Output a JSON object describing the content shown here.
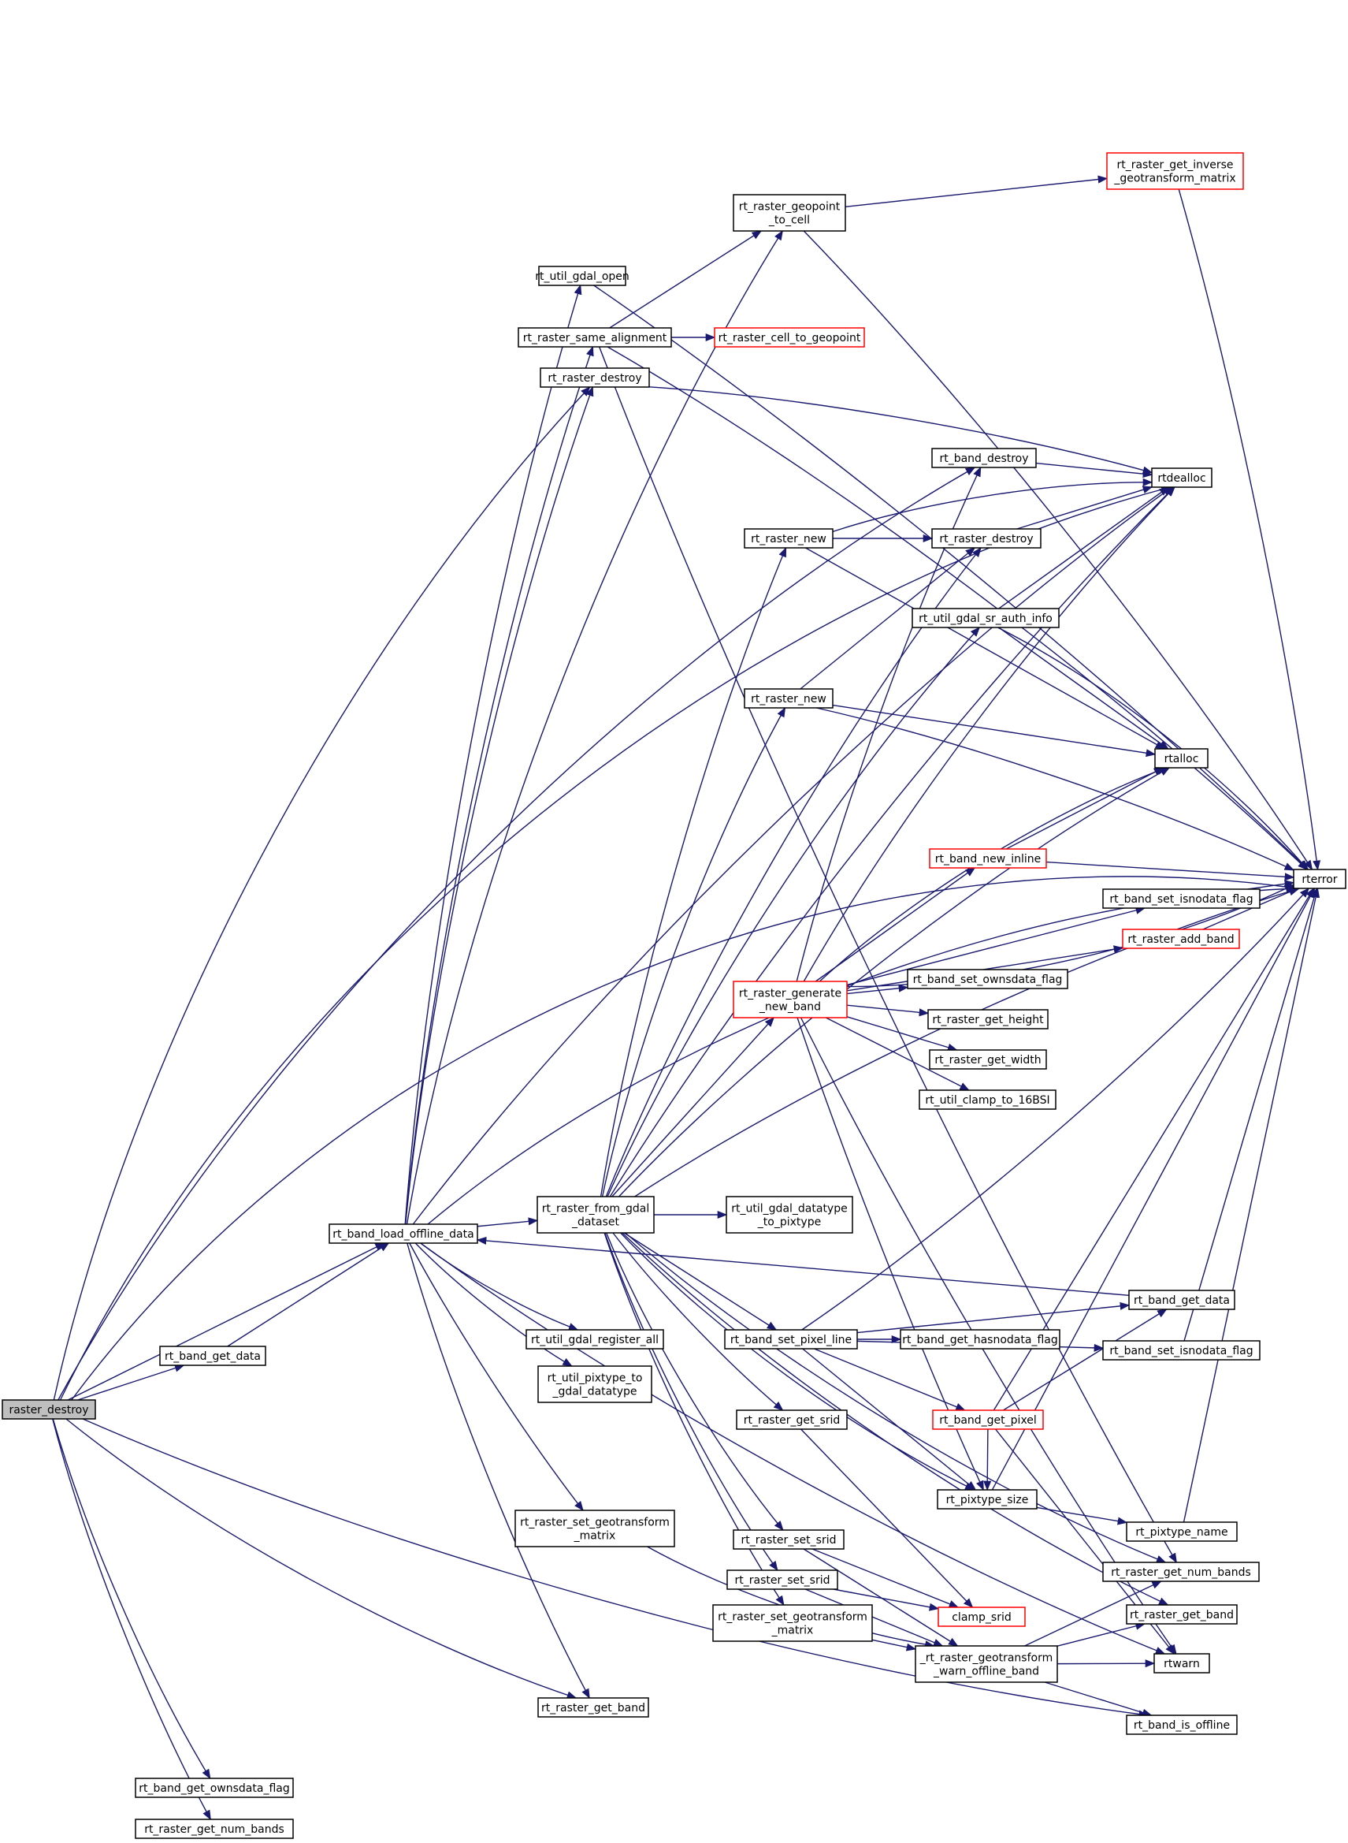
{
  "colors": {
    "edge": "#191970",
    "node_border": "#000000",
    "node_border_incomplete": "#ff0000",
    "node_fill": "#ffffff",
    "root_fill": "#bfbfbf"
  },
  "nodes": [
    {
      "id": "raster_destroy",
      "lines": [
        "raster_destroy"
      ],
      "root": true
    },
    {
      "id": "rt_band_get_data_l",
      "lines": [
        "rt_band_get_data"
      ]
    },
    {
      "id": "rt_band_load_offline_data",
      "lines": [
        "rt_band_load_offline_data"
      ]
    },
    {
      "id": "rt_raster_from_gdal_dataset",
      "lines": [
        "rt_raster_from_gdal",
        "_dataset"
      ]
    },
    {
      "id": "rt_util_gdal_open",
      "lines": [
        "rt_util_gdal_open"
      ]
    },
    {
      "id": "rt_raster_same_alignment",
      "lines": [
        "rt_raster_same_alignment"
      ]
    },
    {
      "id": "rt_raster_destroy_a",
      "lines": [
        "rt_raster_destroy"
      ]
    },
    {
      "id": "rt_raster_geopoint_to_cell",
      "lines": [
        "rt_raster_geopoint",
        "_to_cell"
      ]
    },
    {
      "id": "rt_raster_get_inverse_geotransform_matrix",
      "lines": [
        "rt_raster_get_inverse",
        "_geotransform_matrix"
      ],
      "incomplete": true
    },
    {
      "id": "rt_raster_cell_to_geopoint",
      "lines": [
        "rt_raster_cell_to_geopoint"
      ],
      "incomplete": true
    },
    {
      "id": "rt_band_destroy",
      "lines": [
        "rt_band_destroy"
      ]
    },
    {
      "id": "rtdealloc",
      "lines": [
        "rtdealloc"
      ]
    },
    {
      "id": "rt_raster_new_a",
      "lines": [
        "rt_raster_new"
      ]
    },
    {
      "id": "rt_raster_destroy_b",
      "lines": [
        "rt_raster_destroy"
      ]
    },
    {
      "id": "rt_util_gdal_sr_auth_info",
      "lines": [
        "rt_util_gdal_sr_auth_info"
      ]
    },
    {
      "id": "rt_raster_new_b",
      "lines": [
        "rt_raster_new"
      ]
    },
    {
      "id": "rtalloc",
      "lines": [
        "rtalloc"
      ]
    },
    {
      "id": "rt_band_new_inline",
      "lines": [
        "rt_band_new_inline"
      ],
      "incomplete": true
    },
    {
      "id": "rterror",
      "lines": [
        "rterror"
      ]
    },
    {
      "id": "rt_band_set_isnodata_flag_a",
      "lines": [
        "rt_band_set_isnodata_flag"
      ]
    },
    {
      "id": "rt_raster_add_band",
      "lines": [
        "rt_raster_add_band"
      ],
      "incomplete": true
    },
    {
      "id": "rt_raster_generate_new_band",
      "lines": [
        "rt_raster_generate",
        "_new_band"
      ],
      "incomplete": true
    },
    {
      "id": "rt_band_set_ownsdata_flag",
      "lines": [
        "rt_band_set_ownsdata_flag"
      ]
    },
    {
      "id": "rt_raster_get_height",
      "lines": [
        "rt_raster_get_height"
      ]
    },
    {
      "id": "rt_raster_get_width",
      "lines": [
        "rt_raster_get_width"
      ]
    },
    {
      "id": "rt_util_clamp_to_16BSI",
      "lines": [
        "rt_util_clamp_to_16BSI"
      ]
    },
    {
      "id": "rt_util_gdal_datatype_to_pixtype",
      "lines": [
        "rt_util_gdal_datatype",
        "_to_pixtype"
      ]
    },
    {
      "id": "rt_band_get_data_r",
      "lines": [
        "rt_band_get_data"
      ]
    },
    {
      "id": "rt_band_set_pixel_line",
      "lines": [
        "rt_band_set_pixel_line"
      ]
    },
    {
      "id": "rt_band_get_hasnodata_flag",
      "lines": [
        "rt_band_get_hasnodata_flag"
      ]
    },
    {
      "id": "rt_band_set_isnodata_flag_b",
      "lines": [
        "rt_band_set_isnodata_flag"
      ]
    },
    {
      "id": "rt_util_gdal_register_all",
      "lines": [
        "rt_util_gdal_register_all"
      ]
    },
    {
      "id": "rt_util_pixtype_to_gdal_datatype",
      "lines": [
        "rt_util_pixtype_to",
        "_gdal_datatype"
      ]
    },
    {
      "id": "rt_raster_get_srid",
      "lines": [
        "rt_raster_get_srid"
      ]
    },
    {
      "id": "rt_band_get_pixel",
      "lines": [
        "rt_band_get_pixel"
      ],
      "incomplete": true
    },
    {
      "id": "rt_pixtype_size",
      "lines": [
        "rt_pixtype_size"
      ]
    },
    {
      "id": "rt_pixtype_name",
      "lines": [
        "rt_pixtype_name"
      ]
    },
    {
      "id": "rt_raster_set_geotransform_matrix_a",
      "lines": [
        "rt_raster_set_geotransform",
        "_matrix"
      ]
    },
    {
      "id": "rt_raster_set_srid_a",
      "lines": [
        "rt_raster_set_srid"
      ]
    },
    {
      "id": "rt_raster_get_num_bands_r",
      "lines": [
        "rt_raster_get_num_bands"
      ]
    },
    {
      "id": "rt_raster_set_srid_b",
      "lines": [
        "rt_raster_set_srid"
      ]
    },
    {
      "id": "clamp_srid",
      "lines": [
        "clamp_srid"
      ],
      "incomplete": true
    },
    {
      "id": "rt_raster_set_geotransform_matrix_b",
      "lines": [
        "rt_raster_set_geotransform",
        "_matrix"
      ]
    },
    {
      "id": "rt_raster_get_band_r",
      "lines": [
        "rt_raster_get_band"
      ]
    },
    {
      "id": "_rt_raster_geotransform_warn_offline_band",
      "lines": [
        "_rt_raster_geotransform",
        "_warn_offline_band"
      ]
    },
    {
      "id": "rtwarn",
      "lines": [
        "rtwarn"
      ]
    },
    {
      "id": "rt_raster_get_band_m",
      "lines": [
        "rt_raster_get_band"
      ]
    },
    {
      "id": "rt_band_is_offline",
      "lines": [
        "rt_band_is_offline"
      ]
    },
    {
      "id": "rt_band_get_ownsdata_flag",
      "lines": [
        "rt_band_get_ownsdata_flag"
      ]
    },
    {
      "id": "rt_raster_get_num_bands_l",
      "lines": [
        "rt_raster_get_num_bands"
      ]
    }
  ]
}
